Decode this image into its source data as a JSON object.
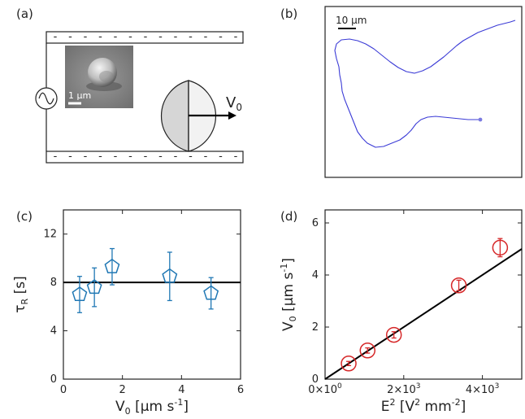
{
  "panel_labels": {
    "a": "(a)",
    "b": "(b)",
    "c": "(c)",
    "d": "(d)"
  },
  "schematic": {
    "electrode_charge_symbol": "-",
    "scale_bar_label": "1 µm",
    "velocity_label": "V",
    "velocity_subscript": "0"
  },
  "trajectory": {
    "scale_bar_label": "10 µm",
    "path_color": "#3b3bd6"
  },
  "colors": {
    "series_c": "#1f77b4",
    "series_d": "#d62728",
    "fit": "#000000"
  },
  "chart_data": [
    {
      "type": "scatter",
      "panel": "c",
      "xlabel_main": "V",
      "xlabel_sub": "0",
      "xlabel_unit": " [µm s",
      "xlabel_exp": "-1",
      "xlabel_end": "]",
      "ylabel_main": "τ",
      "ylabel_sub": "R",
      "ylabel_unit": " [s]",
      "xlim": [
        0,
        6
      ],
      "ylim": [
        0,
        14
      ],
      "xticks": [
        0,
        2,
        4,
        6
      ],
      "yticks": [
        0,
        4,
        8,
        12
      ],
      "grid": false,
      "marker": "pentagon",
      "points": [
        {
          "x": 0.55,
          "y": 7.0,
          "yerr": 1.5
        },
        {
          "x": 1.05,
          "y": 7.6,
          "yerr": 1.6
        },
        {
          "x": 1.65,
          "y": 9.3,
          "yerr": 1.5
        },
        {
          "x": 3.6,
          "y": 8.5,
          "yerr": 2.0
        },
        {
          "x": 5.0,
          "y": 7.1,
          "yerr": 1.3
        }
      ],
      "reference_line": {
        "y": 8
      }
    },
    {
      "type": "scatter",
      "panel": "d",
      "xlabel_main": "E",
      "xlabel_exp": "2",
      "xlabel_unit": " [V",
      "xlabel_exp2": "2",
      "xlabel_mid": " mm",
      "xlabel_exp3": "-2",
      "xlabel_end": "]",
      "ylabel_main": "V",
      "ylabel_sub": "0",
      "ylabel_unit": " [µm s",
      "ylabel_exp": "-1",
      "ylabel_end": "]",
      "xlim": [
        0,
        5000
      ],
      "ylim": [
        0,
        6.5
      ],
      "xticks": [
        0,
        2000,
        4000
      ],
      "yticks": [
        0,
        2,
        4,
        6
      ],
      "xtick_labels": [
        {
          "mant": "0×10",
          "exp": "0"
        },
        {
          "mant": "2×10",
          "exp": "3"
        },
        {
          "mant": "4×10",
          "exp": "3"
        }
      ],
      "grid": false,
      "marker": "circle",
      "points": [
        {
          "x": 600,
          "y": 0.6,
          "yerr": 0.08
        },
        {
          "x": 1080,
          "y": 1.1,
          "yerr": 0.1
        },
        {
          "x": 1750,
          "y": 1.7,
          "yerr": 0.12
        },
        {
          "x": 3400,
          "y": 3.6,
          "yerr": 0.2
        },
        {
          "x": 4450,
          "y": 5.05,
          "yerr": 0.35
        }
      ],
      "fit_line": {
        "x": [
          0,
          5000
        ],
        "y": [
          0,
          5.0
        ]
      }
    }
  ]
}
